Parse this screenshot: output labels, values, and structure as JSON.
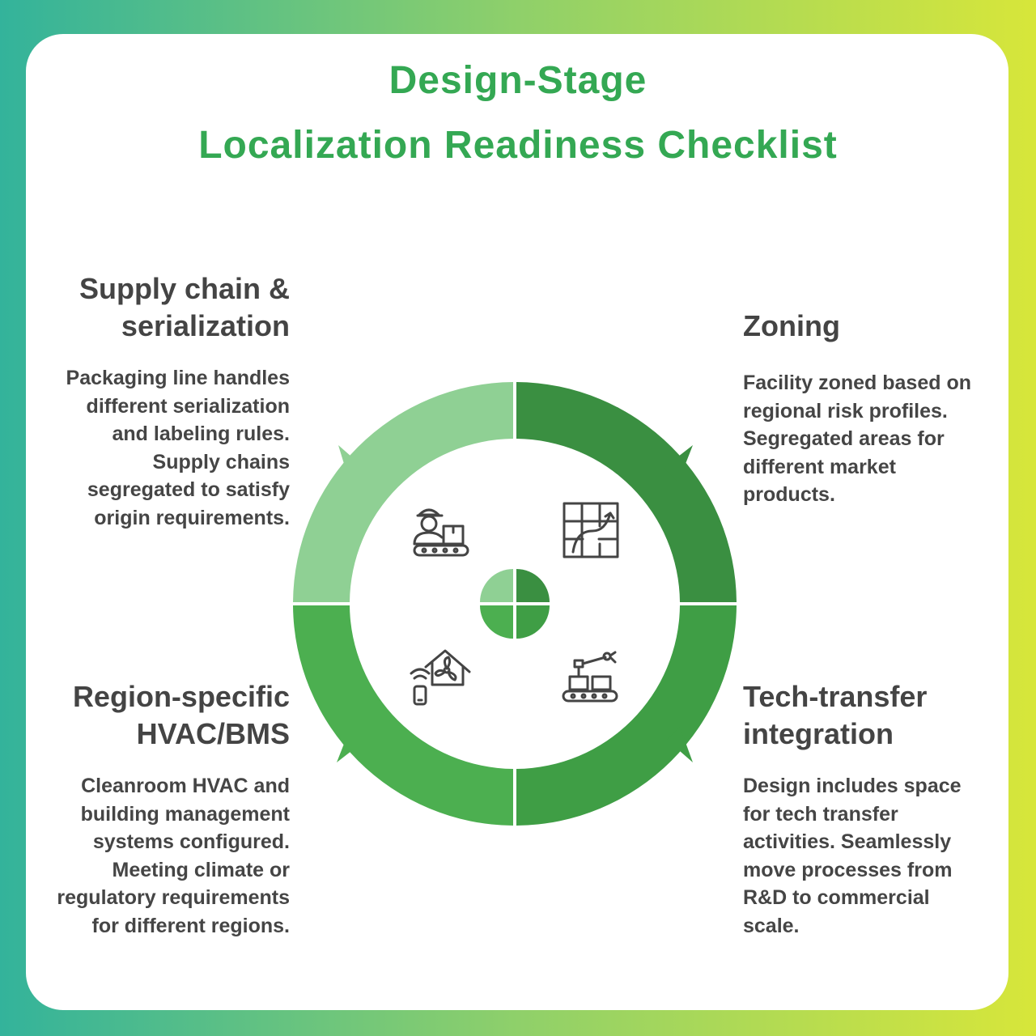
{
  "title": {
    "line1": "Design-Stage",
    "line2": "Localization Readiness Checklist"
  },
  "sections": {
    "supply": {
      "heading_line1": "Supply chain &",
      "heading_line2": "serialization",
      "lines": [
        "Packaging line handles",
        "different serialization",
        "and labeling rules.",
        "Supply chains",
        "segregated to satisfy",
        "origin requirements."
      ],
      "icon": "worker-conveyor-icon",
      "color": "#8fd094"
    },
    "zoning": {
      "heading_line1": "Zoning",
      "lines": [
        "Facility zoned based on",
        "regional risk profiles.",
        "Segregated areas for",
        "different market",
        "products."
      ],
      "icon": "floor-plan-map-icon",
      "color": "#3a8f41"
    },
    "hvac": {
      "heading_line1": "Region-specific",
      "heading_line2": "HVAC/BMS",
      "lines": [
        "Cleanroom HVAC and",
        "building management",
        "systems configured.",
        "Meeting climate or",
        "regulatory requirements",
        "for different regions."
      ],
      "icon": "smart-home-fan-icon",
      "color": "#4caf50"
    },
    "tech": {
      "heading_line1": "Tech-transfer",
      "heading_line2": "integration",
      "lines": [
        "Design includes space",
        "for tech transfer",
        "activities. Seamlessly",
        "move processes from",
        "R&D to commercial",
        "scale."
      ],
      "icon": "robot-arm-conveyor-icon",
      "color": "#3f9e45"
    }
  }
}
